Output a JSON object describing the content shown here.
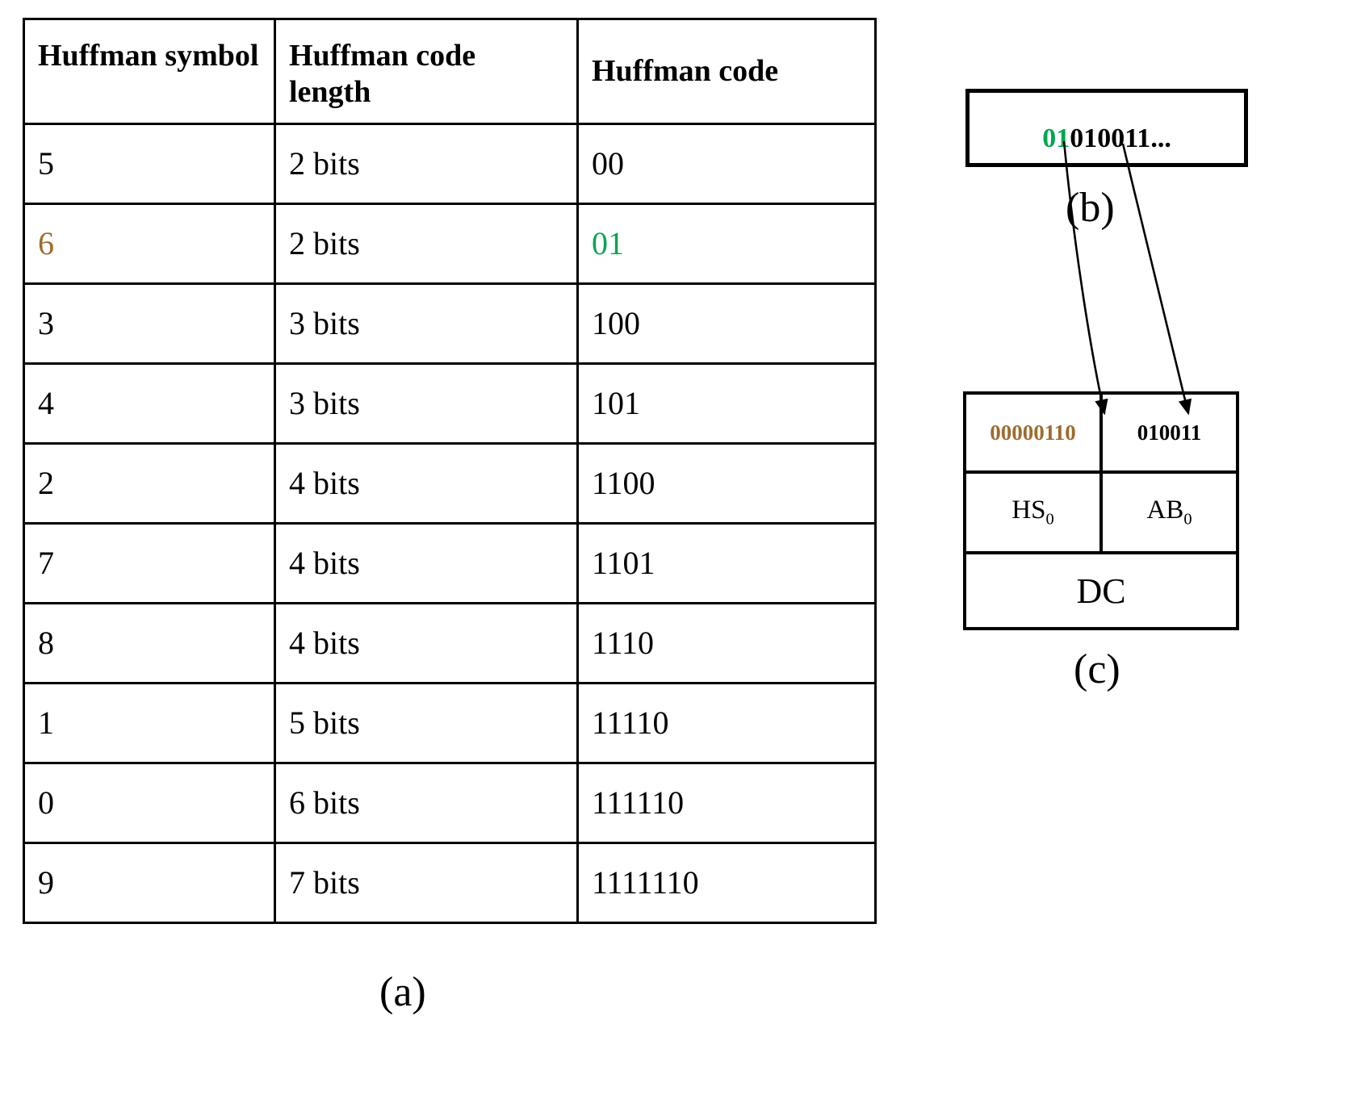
{
  "figure": {
    "panel_a_label": "(a)",
    "panel_b_label": "(b)",
    "panel_c_label": "(c)",
    "colors": {
      "highlight_brown": "#9E6B2E",
      "highlight_green": "#00A651",
      "border": "#000000",
      "background": "#FFFFFF"
    }
  },
  "table": {
    "headers": {
      "symbol": "Huffman symbol",
      "length": "Huffman code length",
      "code": "Huffman code"
    },
    "rows": [
      {
        "symbol": "5",
        "length": "2 bits",
        "code": "00",
        "symbol_highlight": "none",
        "code_highlight": "none"
      },
      {
        "symbol": "6",
        "length": "2 bits",
        "code": "01",
        "symbol_highlight": "brown",
        "code_highlight": "green"
      },
      {
        "symbol": "3",
        "length": "3 bits",
        "code": "100",
        "symbol_highlight": "none",
        "code_highlight": "none"
      },
      {
        "symbol": "4",
        "length": "3 bits",
        "code": "101",
        "symbol_highlight": "none",
        "code_highlight": "none"
      },
      {
        "symbol": "2",
        "length": "4 bits",
        "code": "1100",
        "symbol_highlight": "none",
        "code_highlight": "none"
      },
      {
        "symbol": "7",
        "length": "4 bits",
        "code": "1101",
        "symbol_highlight": "none",
        "code_highlight": "none"
      },
      {
        "symbol": "8",
        "length": "4 bits",
        "code": "1110",
        "symbol_highlight": "none",
        "code_highlight": "none"
      },
      {
        "symbol": "1",
        "length": "5 bits",
        "code": "11110",
        "symbol_highlight": "none",
        "code_highlight": "none"
      },
      {
        "symbol": "0",
        "length": "6 bits",
        "code": "111110",
        "symbol_highlight": "none",
        "code_highlight": "none"
      },
      {
        "symbol": "9",
        "length": "7 bits",
        "code": "1111110",
        "symbol_highlight": "none",
        "code_highlight": "none"
      }
    ]
  },
  "bitstream": {
    "highlighted_prefix": "01",
    "remainder": "010011",
    "ellipsis": "...",
    "full_text": "01010011..."
  },
  "decoded": {
    "cells": [
      {
        "bits": "00000110",
        "name": "HS",
        "subscript": "0",
        "bits_color": "brown"
      },
      {
        "bits": "010011",
        "name": "AB",
        "subscript": "0",
        "bits_color": "black"
      }
    ],
    "footer": "DC"
  }
}
